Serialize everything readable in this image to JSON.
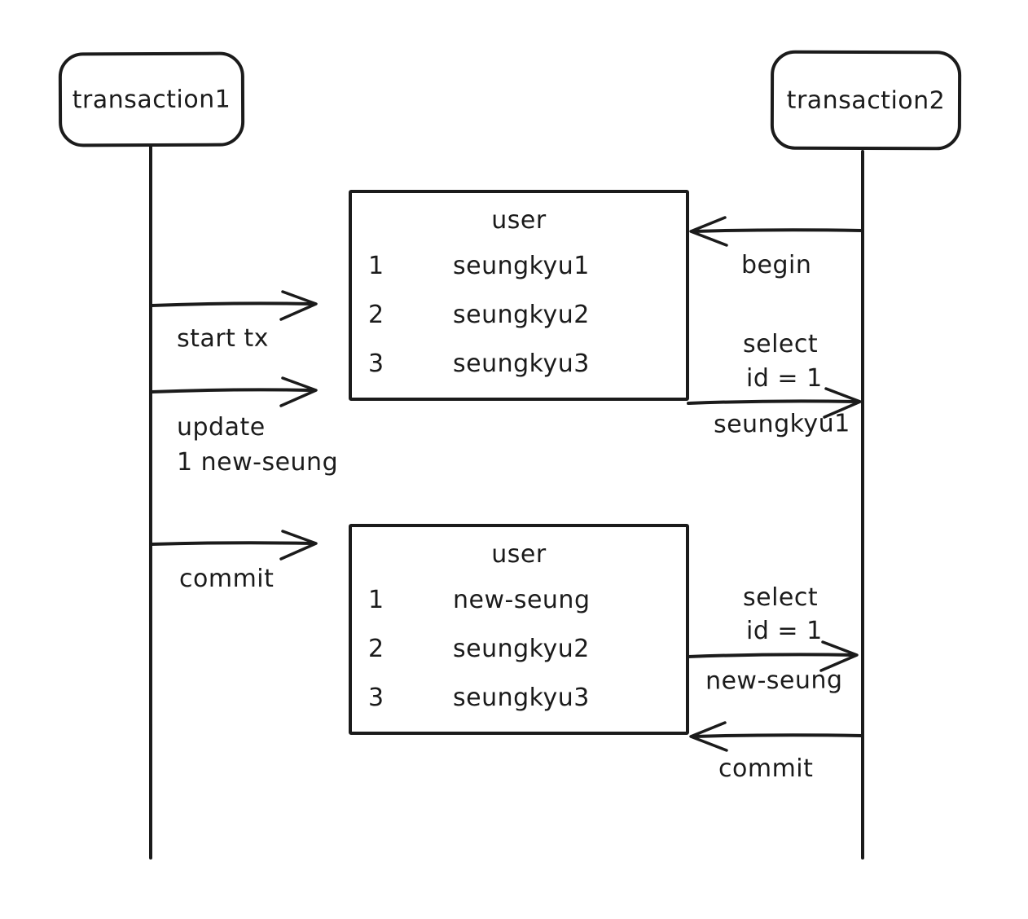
{
  "actors": [
    {
      "label": "transaction1"
    },
    {
      "label": "transaction2"
    }
  ],
  "tables": [
    {
      "title": "user",
      "rows": [
        {
          "id": "1",
          "value": "seungkyu1"
        },
        {
          "id": "2",
          "value": "seungkyu2"
        },
        {
          "id": "3",
          "value": "seungkyu3"
        }
      ]
    },
    {
      "title": "user",
      "rows": [
        {
          "id": "1",
          "value": "new-seung"
        },
        {
          "id": "2",
          "value": "seungkyu2"
        },
        {
          "id": "3",
          "value": "seungkyu3"
        }
      ]
    }
  ],
  "labels": {
    "start_tx": "start tx",
    "update_1": "update",
    "update_2": "1 new-seung",
    "begin": "begin",
    "select1_1": "select",
    "select1_2": "id = 1",
    "select1_result": "seungkyu1",
    "commit_left": "commit",
    "select2_1": "select",
    "select2_2": "id = 1",
    "select2_result": "new-seung",
    "commit_right": "commit"
  },
  "colors": {
    "stroke": "#1b1b1b",
    "background": "#ffffff"
  }
}
